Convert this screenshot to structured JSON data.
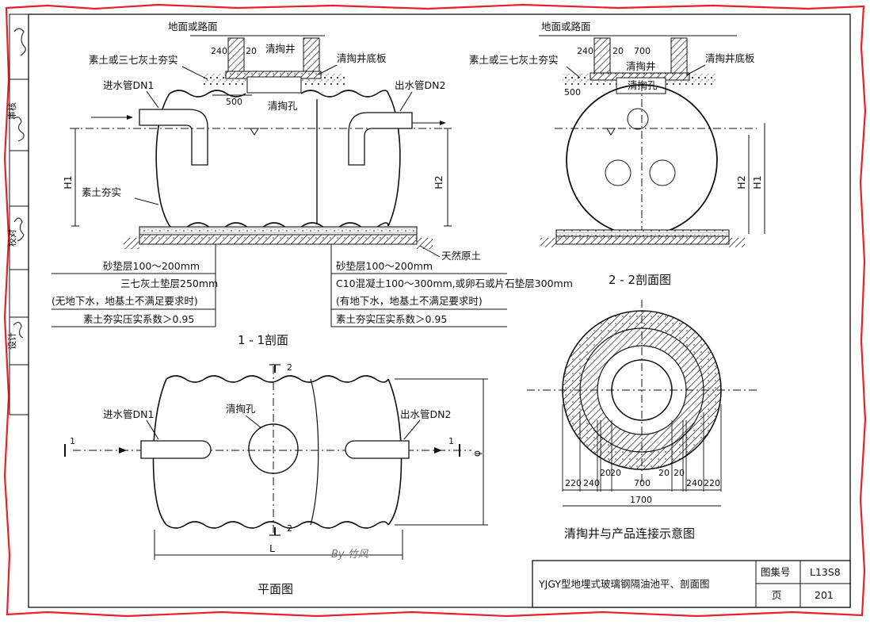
{
  "labels": {
    "ground_left": "地面或路面",
    "ground_right": "地面或路面",
    "compact_left": "素土或三七灰土夯实",
    "compact_right": "素土或三七灰土夯实",
    "well_left": "清掏井",
    "well_right": "清掏井",
    "well_plate_left": "清掏井底板",
    "well_plate_right": "清掏井底板",
    "hole_left": "清掏孔",
    "hole_right": "清掏孔",
    "hole_plan": "清掏孔",
    "inlet_sec": "进水管DN1",
    "outlet_sec": "出水管DN2",
    "inlet_plan": "进水管DN1",
    "outlet_plan": "出水管DN2",
    "tamp": "素土夯实",
    "natural_soil": "天然原土",
    "H1": "H1",
    "H2": "H2",
    "H1_r": "H1",
    "H2_r": "H2",
    "L": "L",
    "phi": "φ"
  },
  "notes_left": [
    "砂垫层100～200mm",
    "三七灰土垫层250mm",
    "(无地下水，地基土不满足要求时)",
    "素土夯实压实系数＞0.95"
  ],
  "notes_right": [
    "砂垫层100～200mm",
    "C10混凝土100～300mm,或卵石或片石垫层300mm",
    "(有地下水，地基土不满足要求时)",
    "素土夯实压实系数＞0.95"
  ],
  "dims": {
    "d240_l": "240",
    "d20_l": "20",
    "d500_l": "500",
    "d240_r": "240",
    "d20_r": "20",
    "d700_r": "700",
    "d500_r": "500",
    "bottom": [
      "220",
      "240",
      "20",
      "700",
      "20",
      "240",
      "220"
    ],
    "bottom_20a": "20",
    "bottom_20b": "20",
    "total": "1700"
  },
  "section_marks": {
    "top": "2",
    "bottom": "2",
    "left": "1",
    "right": "1"
  },
  "titles": {
    "section_1_1": "1 - 1剖面",
    "section_2_2": "2 - 2剖面图",
    "plan": "平面图",
    "connection": "清掏井与产品连接示意图"
  },
  "title_block": {
    "drawing_title": "YJGY型地埋式玻璃钢隔油池平、剖面图",
    "atlas_label": "图集号",
    "atlas_value": "L13S8",
    "page_label": "页",
    "page_value": "201"
  },
  "side_strip": [
    "审核",
    "校对",
    "设计"
  ],
  "watermark": "By 竹风"
}
